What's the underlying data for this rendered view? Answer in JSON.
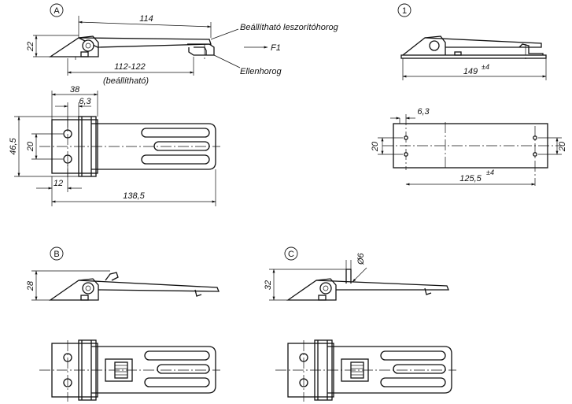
{
  "views": {
    "A": {
      "marker": "A",
      "dims": {
        "length_top": "114",
        "height": "22",
        "adjustable_range": "112-122",
        "adjustable_note": "(beállítható)",
        "width_38": "38",
        "offset_6_3": "6,3",
        "total_width": "46,5",
        "hole_spacing": "20",
        "base_12": "12",
        "total_length": "138,5"
      },
      "labels": {
        "adjustable_hook": "Beállítható leszorítóhorog",
        "force": "F1",
        "counter_hook": "Ellenhorog"
      }
    },
    "one": {
      "marker": "1",
      "dims": {
        "length_149": "149",
        "tol_149": "±4",
        "offset_6_3": "6,3",
        "hole_spacing_left": "20",
        "hole_spacing_right": "20",
        "length_125_5": "125,5",
        "tol_125_5": "±4"
      }
    },
    "B": {
      "marker": "B",
      "dims": {
        "height": "28"
      }
    },
    "C": {
      "marker": "C",
      "dims": {
        "height": "32",
        "diameter": "Ø6"
      }
    }
  },
  "colors": {
    "line": "#111111",
    "background": "#ffffff"
  }
}
